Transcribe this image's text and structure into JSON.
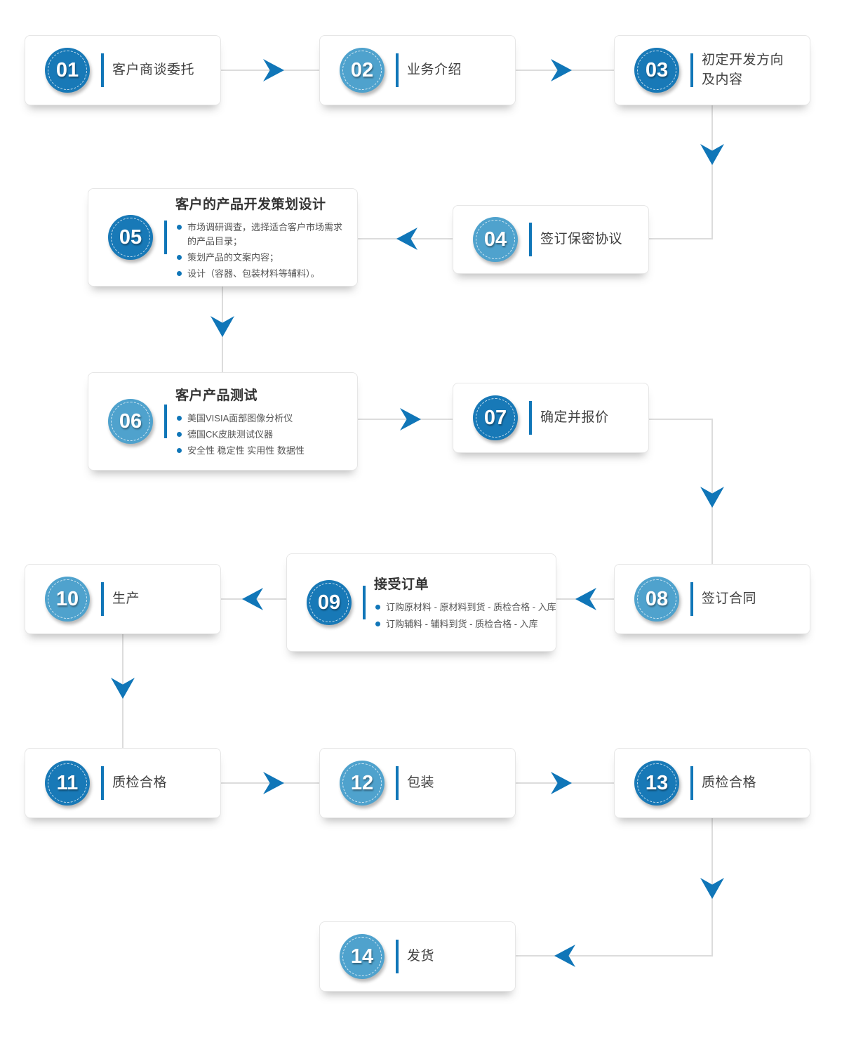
{
  "palette": {
    "circle_dark": "#1879b7",
    "circle_light": "#4fa2cd",
    "accent": "#1076b8",
    "connector_line": "#dcdcdc"
  },
  "steps": [
    {
      "num": "01",
      "tone": "dark",
      "label": "客户商谈委托"
    },
    {
      "num": "02",
      "tone": "light",
      "label": "业务介绍"
    },
    {
      "num": "03",
      "tone": "dark",
      "label": "初定开发方向及内容"
    },
    {
      "num": "04",
      "tone": "light",
      "label": "签订保密协议"
    },
    {
      "num": "05",
      "tone": "dark",
      "title": "客户的产品开发策划设计",
      "bullets": [
        "市场调研调查，选择适合客户市场需求的产品目录；",
        "策划产品的文案内容；",
        "设计（容器、包装材料等辅料）。"
      ]
    },
    {
      "num": "06",
      "tone": "light",
      "title": "客户产品测试",
      "bullets": [
        "美国VISIA面部图像分析仪",
        "德国CK皮肤测试仪器",
        "安全性 稳定性 实用性 数据性"
      ]
    },
    {
      "num": "07",
      "tone": "dark",
      "label": "确定并报价"
    },
    {
      "num": "08",
      "tone": "light",
      "label": "签订合同"
    },
    {
      "num": "09",
      "tone": "dark",
      "title": "接受订单",
      "bullets": [
        "订购原材料 - 原材料到货 - 质检合格 - 入库",
        "订购辅料 - 辅料到货 - 质检合格 - 入库"
      ]
    },
    {
      "num": "10",
      "tone": "light",
      "label": "生产"
    },
    {
      "num": "11",
      "tone": "dark",
      "label": "质检合格"
    },
    {
      "num": "12",
      "tone": "light",
      "label": "包装"
    },
    {
      "num": "13",
      "tone": "dark",
      "label": "质检合格"
    },
    {
      "num": "14",
      "tone": "light",
      "label": "发货"
    }
  ]
}
